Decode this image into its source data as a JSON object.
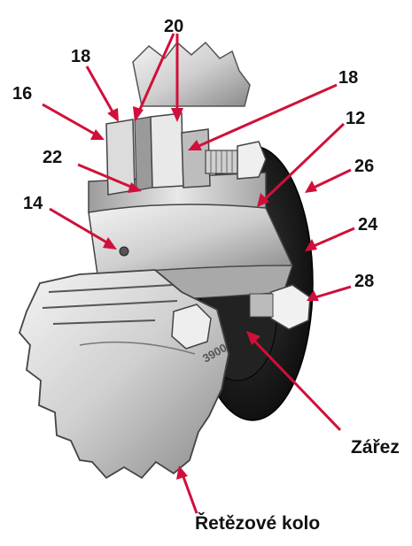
{
  "diagram": {
    "labels": {
      "l20": "20",
      "l18a": "18",
      "l16": "16",
      "l18b": "18",
      "l12": "12",
      "l22": "22",
      "l26": "26",
      "l14": "14",
      "l24": "24",
      "l28": "28",
      "notch": "Zářez",
      "sprocket": "Řetězové kolo"
    },
    "hub_marking": "3900",
    "colors": {
      "arrow": "#d0103a",
      "metal_light": "#e6e6e6",
      "metal_mid": "#b9b9b9",
      "metal_dark": "#6b6b6b",
      "rubber": "#1b1b1b"
    }
  }
}
